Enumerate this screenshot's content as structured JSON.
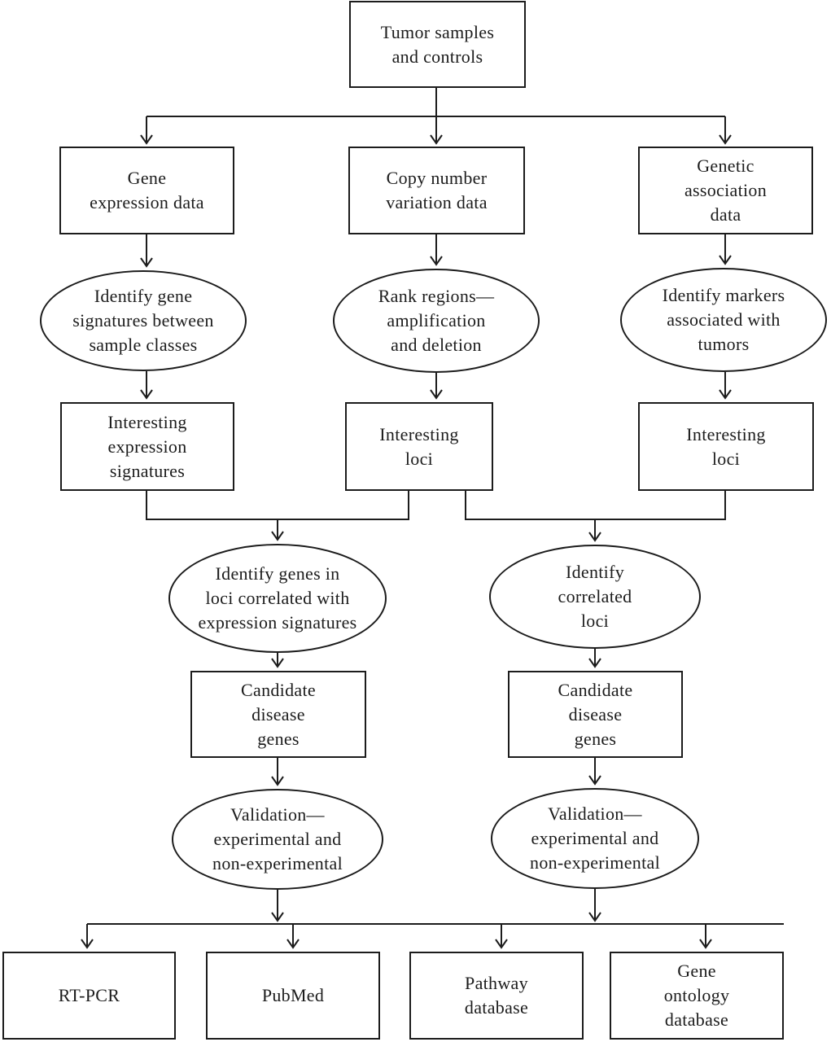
{
  "diagram": {
    "type": "flowchart",
    "colors": {
      "background": "#ffffff",
      "line": "#1c1c1c",
      "text": "#1c1c1c"
    },
    "nodes": {
      "tumor_samples": {
        "shape": "box",
        "label": "Tumor samples\nand controls"
      },
      "gene_expression": {
        "shape": "box",
        "label": "Gene\nexpression data"
      },
      "copy_number": {
        "shape": "box",
        "label": "Copy number\nvariation data"
      },
      "genetic_association": {
        "shape": "box",
        "label": "Genetic\nassociation\ndata"
      },
      "identify_signatures": {
        "shape": "ellipse",
        "label": "Identify gene\nsignatures between\nsample classes"
      },
      "rank_regions": {
        "shape": "ellipse",
        "label": "Rank regions—\namplification\nand deletion"
      },
      "identify_markers": {
        "shape": "ellipse",
        "label": "Identify markers\nassociated with\ntumors"
      },
      "interesting_signatures": {
        "shape": "box",
        "label": "Interesting\nexpression\nsignatures"
      },
      "interesting_loci_cnv": {
        "shape": "box",
        "label": "Interesting\nloci"
      },
      "interesting_loci_assoc": {
        "shape": "box",
        "label": "Interesting\nloci"
      },
      "identify_genes_in_loci": {
        "shape": "ellipse",
        "label": "Identify genes in\nloci correlated with\nexpression signatures"
      },
      "identify_correlated_loci": {
        "shape": "ellipse",
        "label": "Identify\ncorrelated\nloci"
      },
      "candidate_genes_left": {
        "shape": "box",
        "label": "Candidate\ndisease\ngenes"
      },
      "candidate_genes_right": {
        "shape": "box",
        "label": "Candidate\ndisease\ngenes"
      },
      "validation_left": {
        "shape": "ellipse",
        "label": "Validation—\nexperimental and\nnon-experimental"
      },
      "validation_right": {
        "shape": "ellipse",
        "label": "Validation—\nexperimental and\nnon-experimental"
      },
      "rt_pcr": {
        "shape": "box",
        "label": "RT-PCR"
      },
      "pubmed": {
        "shape": "box",
        "label": "PubMed"
      },
      "pathway_db": {
        "shape": "box",
        "label": "Pathway\ndatabase"
      },
      "gene_ontology_db": {
        "shape": "box",
        "label": "Gene\nontology\ndatabase"
      }
    }
  }
}
